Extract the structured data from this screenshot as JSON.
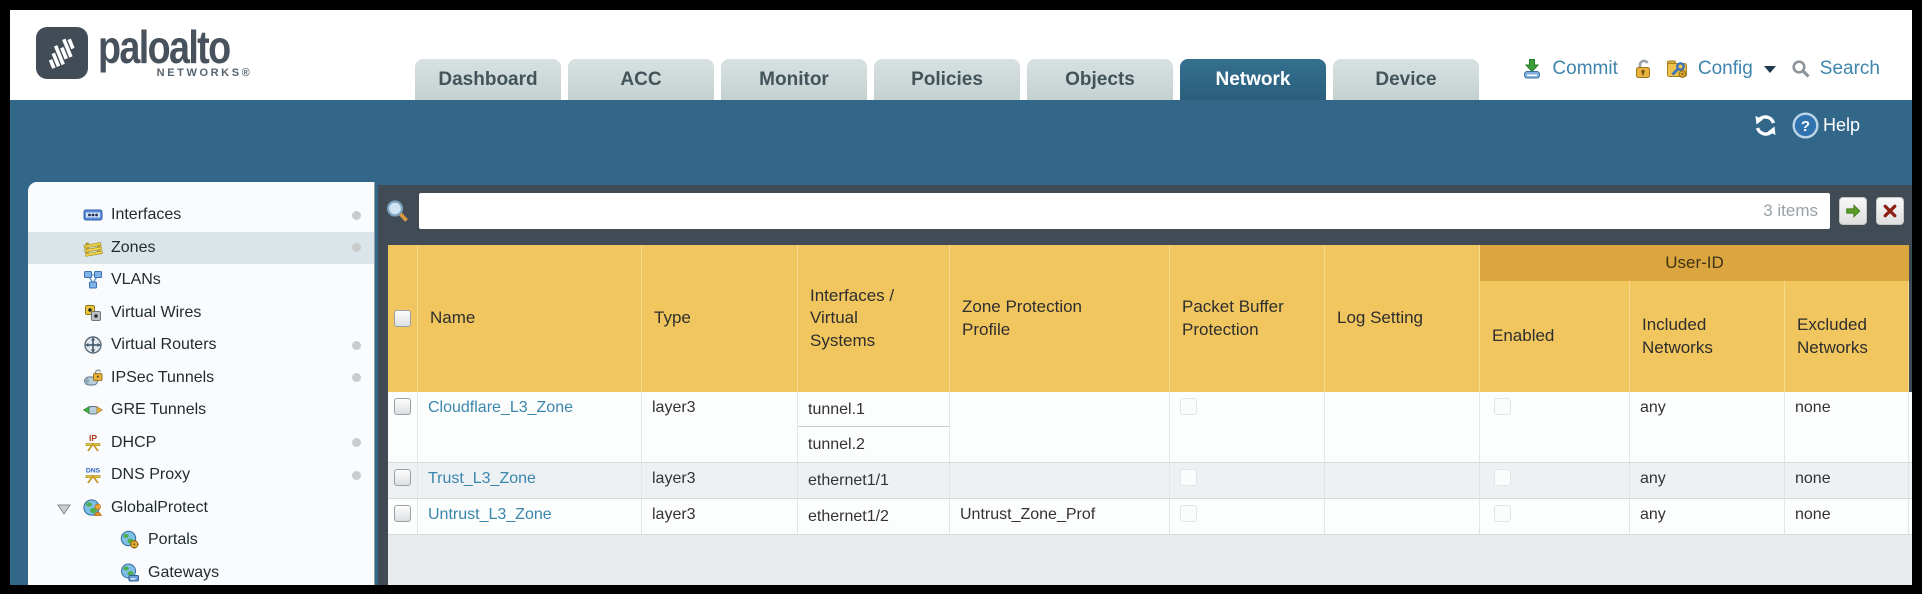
{
  "header": {
    "logo": {
      "brand": "paloalto",
      "sub": "NETWORKS®"
    },
    "tabs": [
      {
        "label": "Dashboard",
        "active": false
      },
      {
        "label": "ACC",
        "active": false
      },
      {
        "label": "Monitor",
        "active": false
      },
      {
        "label": "Policies",
        "active": false
      },
      {
        "label": "Objects",
        "active": false
      },
      {
        "label": "Network",
        "active": true
      },
      {
        "label": "Device",
        "active": false
      }
    ],
    "actions": {
      "commit": "Commit",
      "config": "Config",
      "search": "Search"
    }
  },
  "toolbar": {
    "help": "Help"
  },
  "sidebar": {
    "items": [
      {
        "label": "Interfaces",
        "icon": "interfaces-icon",
        "dot": true
      },
      {
        "label": "Zones",
        "icon": "zones-icon",
        "dot": true,
        "selected": true
      },
      {
        "label": "VLANs",
        "icon": "vlans-icon"
      },
      {
        "label": "Virtual Wires",
        "icon": "virtual-wires-icon"
      },
      {
        "label": "Virtual Routers",
        "icon": "virtual-routers-icon",
        "dot": true
      },
      {
        "label": "IPSec Tunnels",
        "icon": "ipsec-tunnels-icon",
        "dot": true
      },
      {
        "label": "GRE Tunnels",
        "icon": "gre-tunnels-icon"
      },
      {
        "label": "DHCP",
        "icon": "dhcp-icon",
        "dot": true
      },
      {
        "label": "DNS Proxy",
        "icon": "dns-proxy-icon",
        "dot": true
      },
      {
        "label": "GlobalProtect",
        "icon": "globalprotect-icon",
        "expanded": true
      },
      {
        "label": "Portals",
        "icon": "portals-icon",
        "child": true
      },
      {
        "label": "Gateways",
        "icon": "gateways-icon",
        "child": true
      }
    ]
  },
  "filterbar": {
    "value": "",
    "count": "3 items"
  },
  "table": {
    "group_label": "User-ID",
    "columns": [
      {
        "id": "select",
        "label": ""
      },
      {
        "id": "name",
        "label": "Name"
      },
      {
        "id": "type",
        "label": "Type"
      },
      {
        "id": "interfaces",
        "label": "Interfaces /\nVirtual\nSystems"
      },
      {
        "id": "zone_protection_profile",
        "label": "Zone Protection\nProfile"
      },
      {
        "id": "packet_buffer_protection",
        "label": "Packet Buffer\nProtection"
      },
      {
        "id": "log_setting",
        "label": "Log Setting"
      },
      {
        "id": "enabled",
        "label": "Enabled",
        "group": "User-ID"
      },
      {
        "id": "included_networks",
        "label": "Included\nNetworks",
        "group": "User-ID"
      },
      {
        "id": "excluded_networks",
        "label": "Excluded\nNetworks",
        "group": "User-ID"
      }
    ],
    "rows": [
      {
        "name": "Cloudflare_L3_Zone",
        "type": "layer3",
        "interfaces": [
          "tunnel.1",
          "tunnel.2"
        ],
        "zone_protection_profile": "",
        "packet_buffer_protection": false,
        "log_setting": "",
        "user_id_enabled": false,
        "included_networks": "any",
        "excluded_networks": "none"
      },
      {
        "name": "Trust_L3_Zone",
        "type": "layer3",
        "interfaces": [
          "ethernet1/1"
        ],
        "zone_protection_profile": "",
        "packet_buffer_protection": false,
        "log_setting": "",
        "user_id_enabled": false,
        "included_networks": "any",
        "excluded_networks": "none"
      },
      {
        "name": "Untrust_L3_Zone",
        "type": "layer3",
        "interfaces": [
          "ethernet1/2"
        ],
        "zone_protection_profile": "Untrust_Zone_Prof",
        "packet_buffer_protection": false,
        "log_setting": "",
        "user_id_enabled": false,
        "included_networks": "any",
        "excluded_networks": "none"
      }
    ]
  },
  "colors": {
    "teal_band": "#33678a",
    "charcoal_panel": "#414b55",
    "header_yellow": "#f1c65f",
    "userid_band": "#dba63f",
    "tab_active": "#2b5e7d",
    "link_blue": "#3e84ad",
    "zone_link": "#3a86ac",
    "alt_row": "#edf1f4"
  }
}
